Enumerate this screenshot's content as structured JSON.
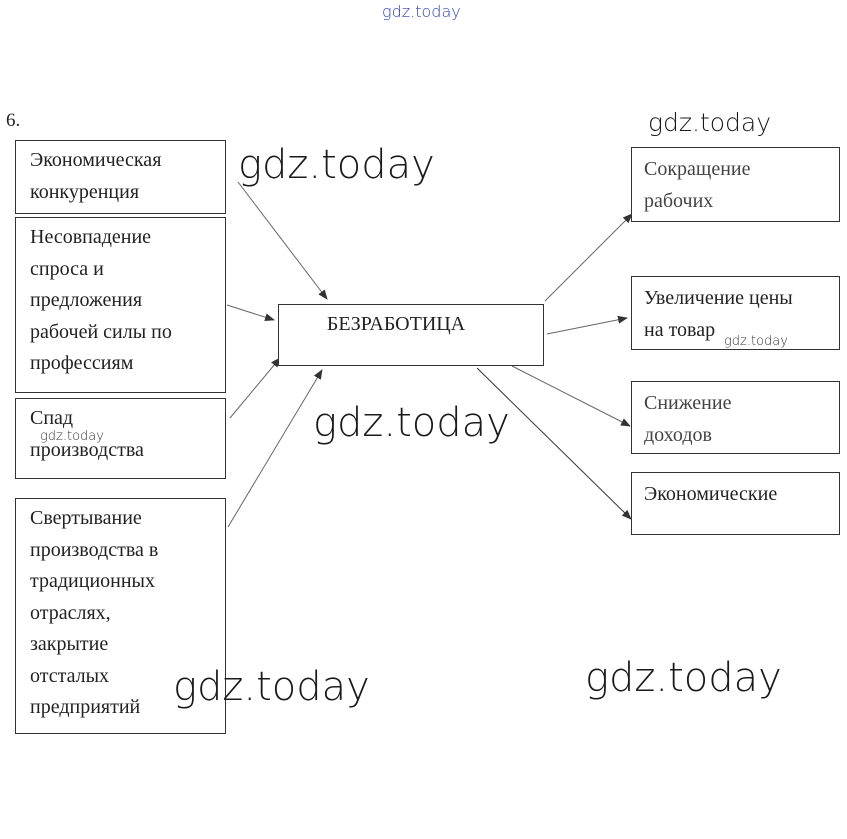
{
  "number": "6.",
  "center": "БЕЗРАБОТИЦА",
  "causes": [
    "Экономическая\nконкуренция",
    "Несовпадение\nспроса и\nпредложения\nрабочей силы по\nпрофессиям",
    "Спад\nпроизводства",
    "Свертывание\nпроизводства в\nтрадиционных\nотраслях,\nзакрытие\nотсталых\nпредприятий"
  ],
  "effects": [
    "Сокращение\nрабочих",
    "Увеличение цены\nна товар",
    "Снижение\nдоходов",
    "Экономические"
  ],
  "watermark": "gdz.today"
}
